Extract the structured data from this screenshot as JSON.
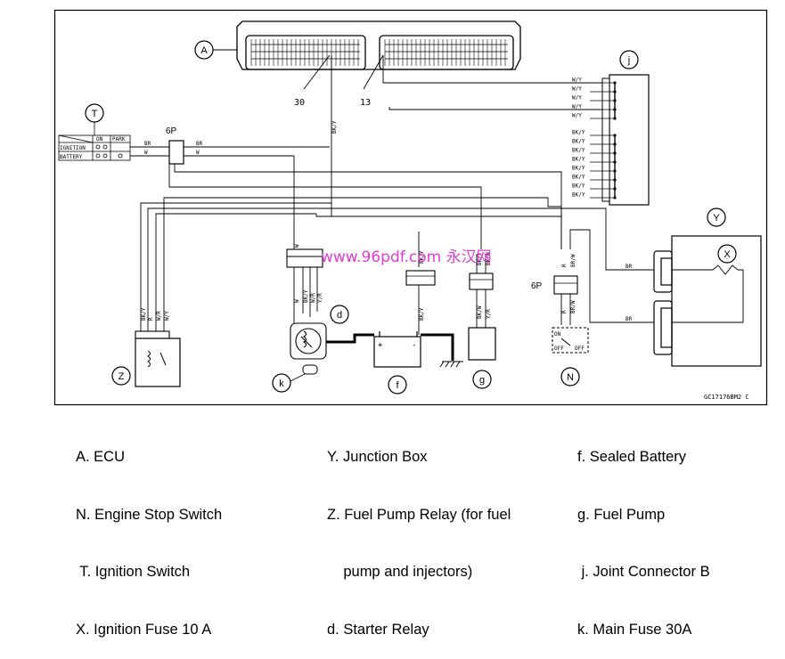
{
  "diagram": {
    "code": "GC17176BM2 C",
    "watermark": "www.96pdf.com 永汉网",
    "component_letters": {
      "A": "A",
      "T": "T",
      "j": "j",
      "Y": "Y",
      "X": "X",
      "d": "d",
      "k": "k",
      "f": "f",
      "g": "g",
      "N": "N",
      "Z": "Z"
    },
    "pin_labels": {
      "ecu_pin_left": "30",
      "ecu_pin_right": "13"
    },
    "connector_labels": {
      "t_connector": "6P",
      "n_connector": "6P"
    },
    "ignition_switch_table": {
      "headers": [
        "ON",
        "PARK"
      ],
      "rows": [
        "IGNITION",
        "BATTERY"
      ]
    },
    "joint_connector_wires": [
      "W/Y",
      "W/Y",
      "W/Y",
      "W/Y",
      "W/Y",
      "BK/Y",
      "BK/Y",
      "BK/Y",
      "BK/Y",
      "BK/Y",
      "BK/Y",
      "BK/Y",
      "BK/Y"
    ],
    "wire_labels": {
      "ecu_down": "BK/Y",
      "t_br_left": "BR",
      "t_br_right": "BR",
      "t_w_left": "W",
      "t_w_right": "W",
      "z_wires": [
        "BK/Y",
        "R",
        "W/R",
        "W/Y"
      ],
      "d_top": "W",
      "d_bottom": [
        "W",
        "BK/Y",
        "W/R",
        "Y/R"
      ],
      "fuse_top": "BK/Y",
      "fuse_bottom": "BK/Y",
      "g_top": [
        "BK/Y",
        "BK/W"
      ],
      "g_bottom": [
        "BK/W",
        "Y/R"
      ],
      "n_top": [
        "R",
        "BR/W"
      ],
      "n_bottom": [
        "R",
        "BR/W"
      ],
      "y_upper": "BR",
      "y_lower": "BR",
      "n_switch": [
        "ON",
        "OFF",
        "OFF"
      ]
    }
  },
  "legend": {
    "col1": [
      "A. ECU",
      "N. Engine Stop Switch",
      " T. Ignition Switch",
      "X. Ignition Fuse 10 A"
    ],
    "col2": [
      "Y. Junction Box",
      "Z. Fuel Pump Relay (for fuel",
      "    pump and injectors)",
      "d. Starter Relay"
    ],
    "col3": [
      "f. Sealed Battery",
      "g. Fuel Pump",
      " j. Joint Connector B",
      "k. Main Fuse 30A"
    ]
  }
}
